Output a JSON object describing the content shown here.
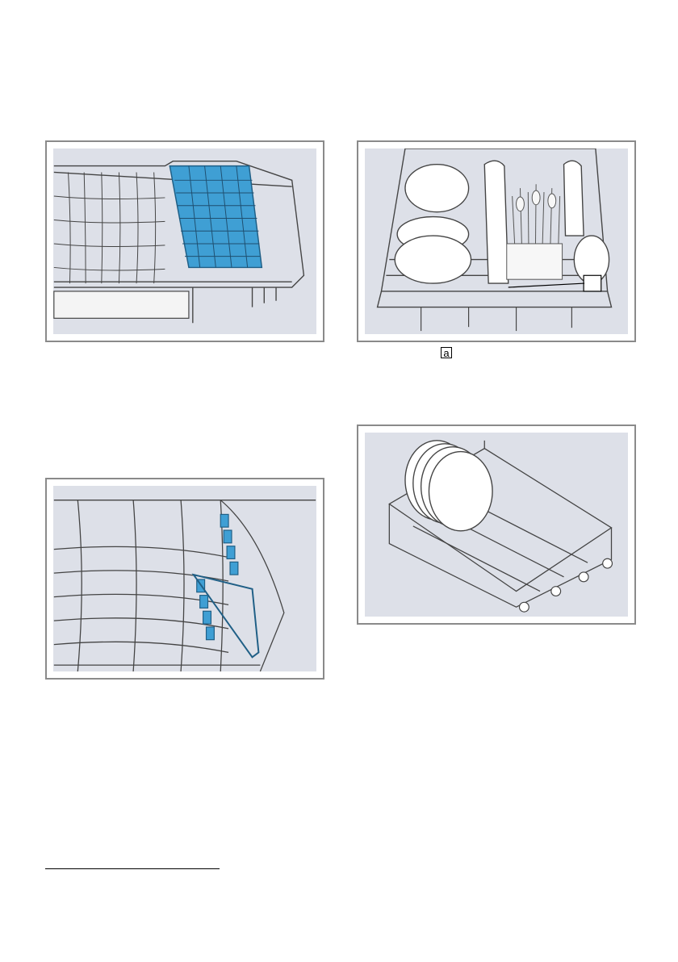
{
  "figures": [
    {
      "id": "fig1",
      "subject": "cutlery-tray"
    },
    {
      "id": "fig2",
      "subject": "loaded-upper-basket"
    },
    {
      "id": "fig3",
      "subject": "rack-clips"
    },
    {
      "id": "fig4",
      "subject": "lower-basket-plates"
    }
  ],
  "callout": {
    "letter": "a"
  },
  "colors": {
    "panel_bg": "#dde0e8",
    "frame": "#8a8a8a",
    "accent_blue": "#3f9fd4",
    "wire": "#444444"
  }
}
